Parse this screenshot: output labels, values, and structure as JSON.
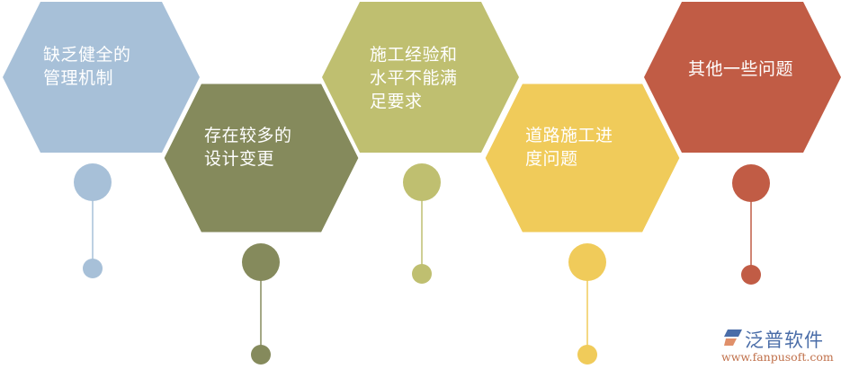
{
  "diagram": {
    "type": "hexagon-timeline",
    "items": [
      {
        "label": "缺乏健全的\n管理机制",
        "color": "#a7c0d8"
      },
      {
        "label": "存在较多的\n设计变更",
        "color": "#858a5c"
      },
      {
        "label": "施工经验和\n水平不能满\n足要求",
        "color": "#bfbf70"
      },
      {
        "label": "道路施工进\n度问题",
        "color": "#f0cb5a"
      },
      {
        "label": "其他一些问题",
        "color": "#c15c45"
      }
    ]
  },
  "watermark": {
    "brand": "泛普软件",
    "url": "www.fanpusoft.com"
  }
}
